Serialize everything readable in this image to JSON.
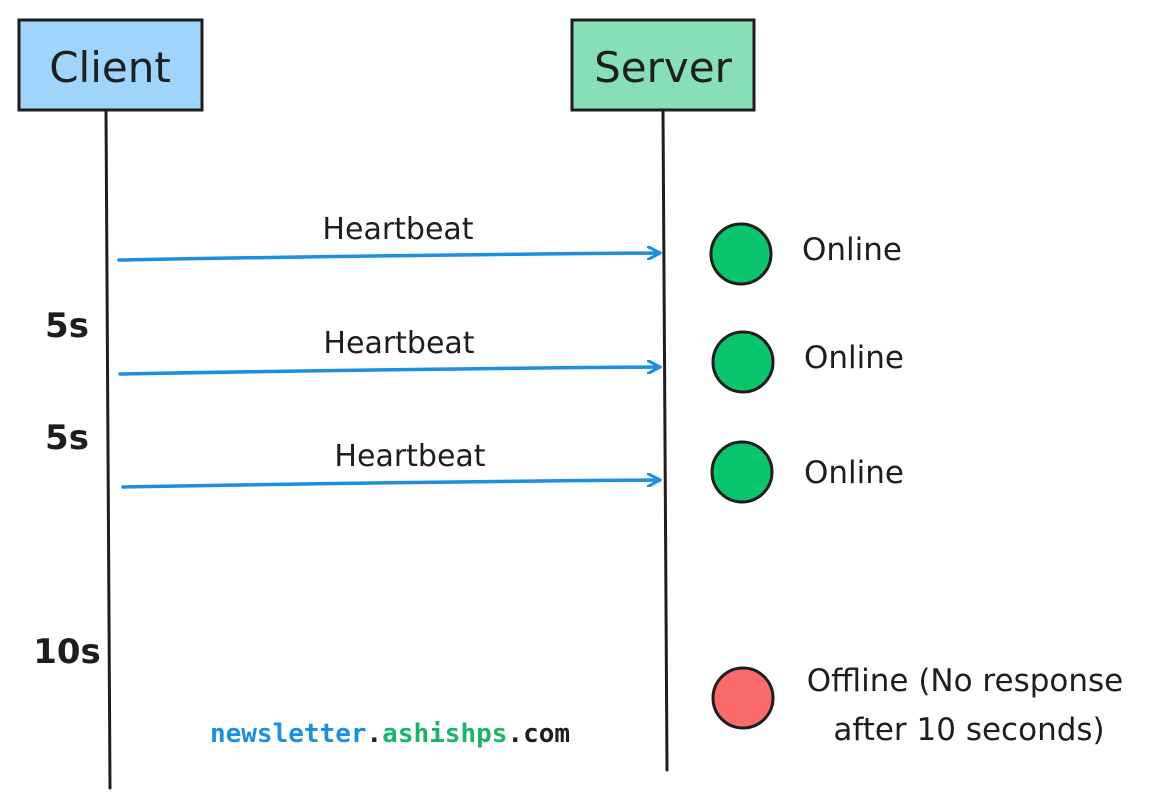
{
  "actors": {
    "client": {
      "label": "Client",
      "fill": "#9fd4fb"
    },
    "server": {
      "label": "Server",
      "fill": "#87dfb5"
    }
  },
  "messages": [
    {
      "label": "Heartbeat",
      "from": "Client",
      "to": "Server"
    },
    {
      "label": "Heartbeat",
      "from": "Client",
      "to": "Server"
    },
    {
      "label": "Heartbeat",
      "from": "Client",
      "to": "Server"
    }
  ],
  "time_labels": [
    "5s",
    "5s",
    "10s"
  ],
  "statuses": [
    {
      "label": "Online",
      "state": "online"
    },
    {
      "label": "Online",
      "state": "online"
    },
    {
      "label": "Online",
      "state": "online"
    },
    {
      "label_line1": "Offline (No response",
      "label_line2": "after 10 seconds)",
      "state": "offline"
    }
  ],
  "footer": {
    "part1": "newsletter",
    "dot1": ".",
    "part2": "ashishps",
    "dot2": ".",
    "part3": "com"
  },
  "colors": {
    "arrow": "#1b8fe0",
    "online": "#0bc46e",
    "offline": "#fb6b6b",
    "outline": "#1e1e1e",
    "footer_blue": "#1b8fe0",
    "footer_green": "#18b56a",
    "footer_dark": "#1e1e1e"
  }
}
